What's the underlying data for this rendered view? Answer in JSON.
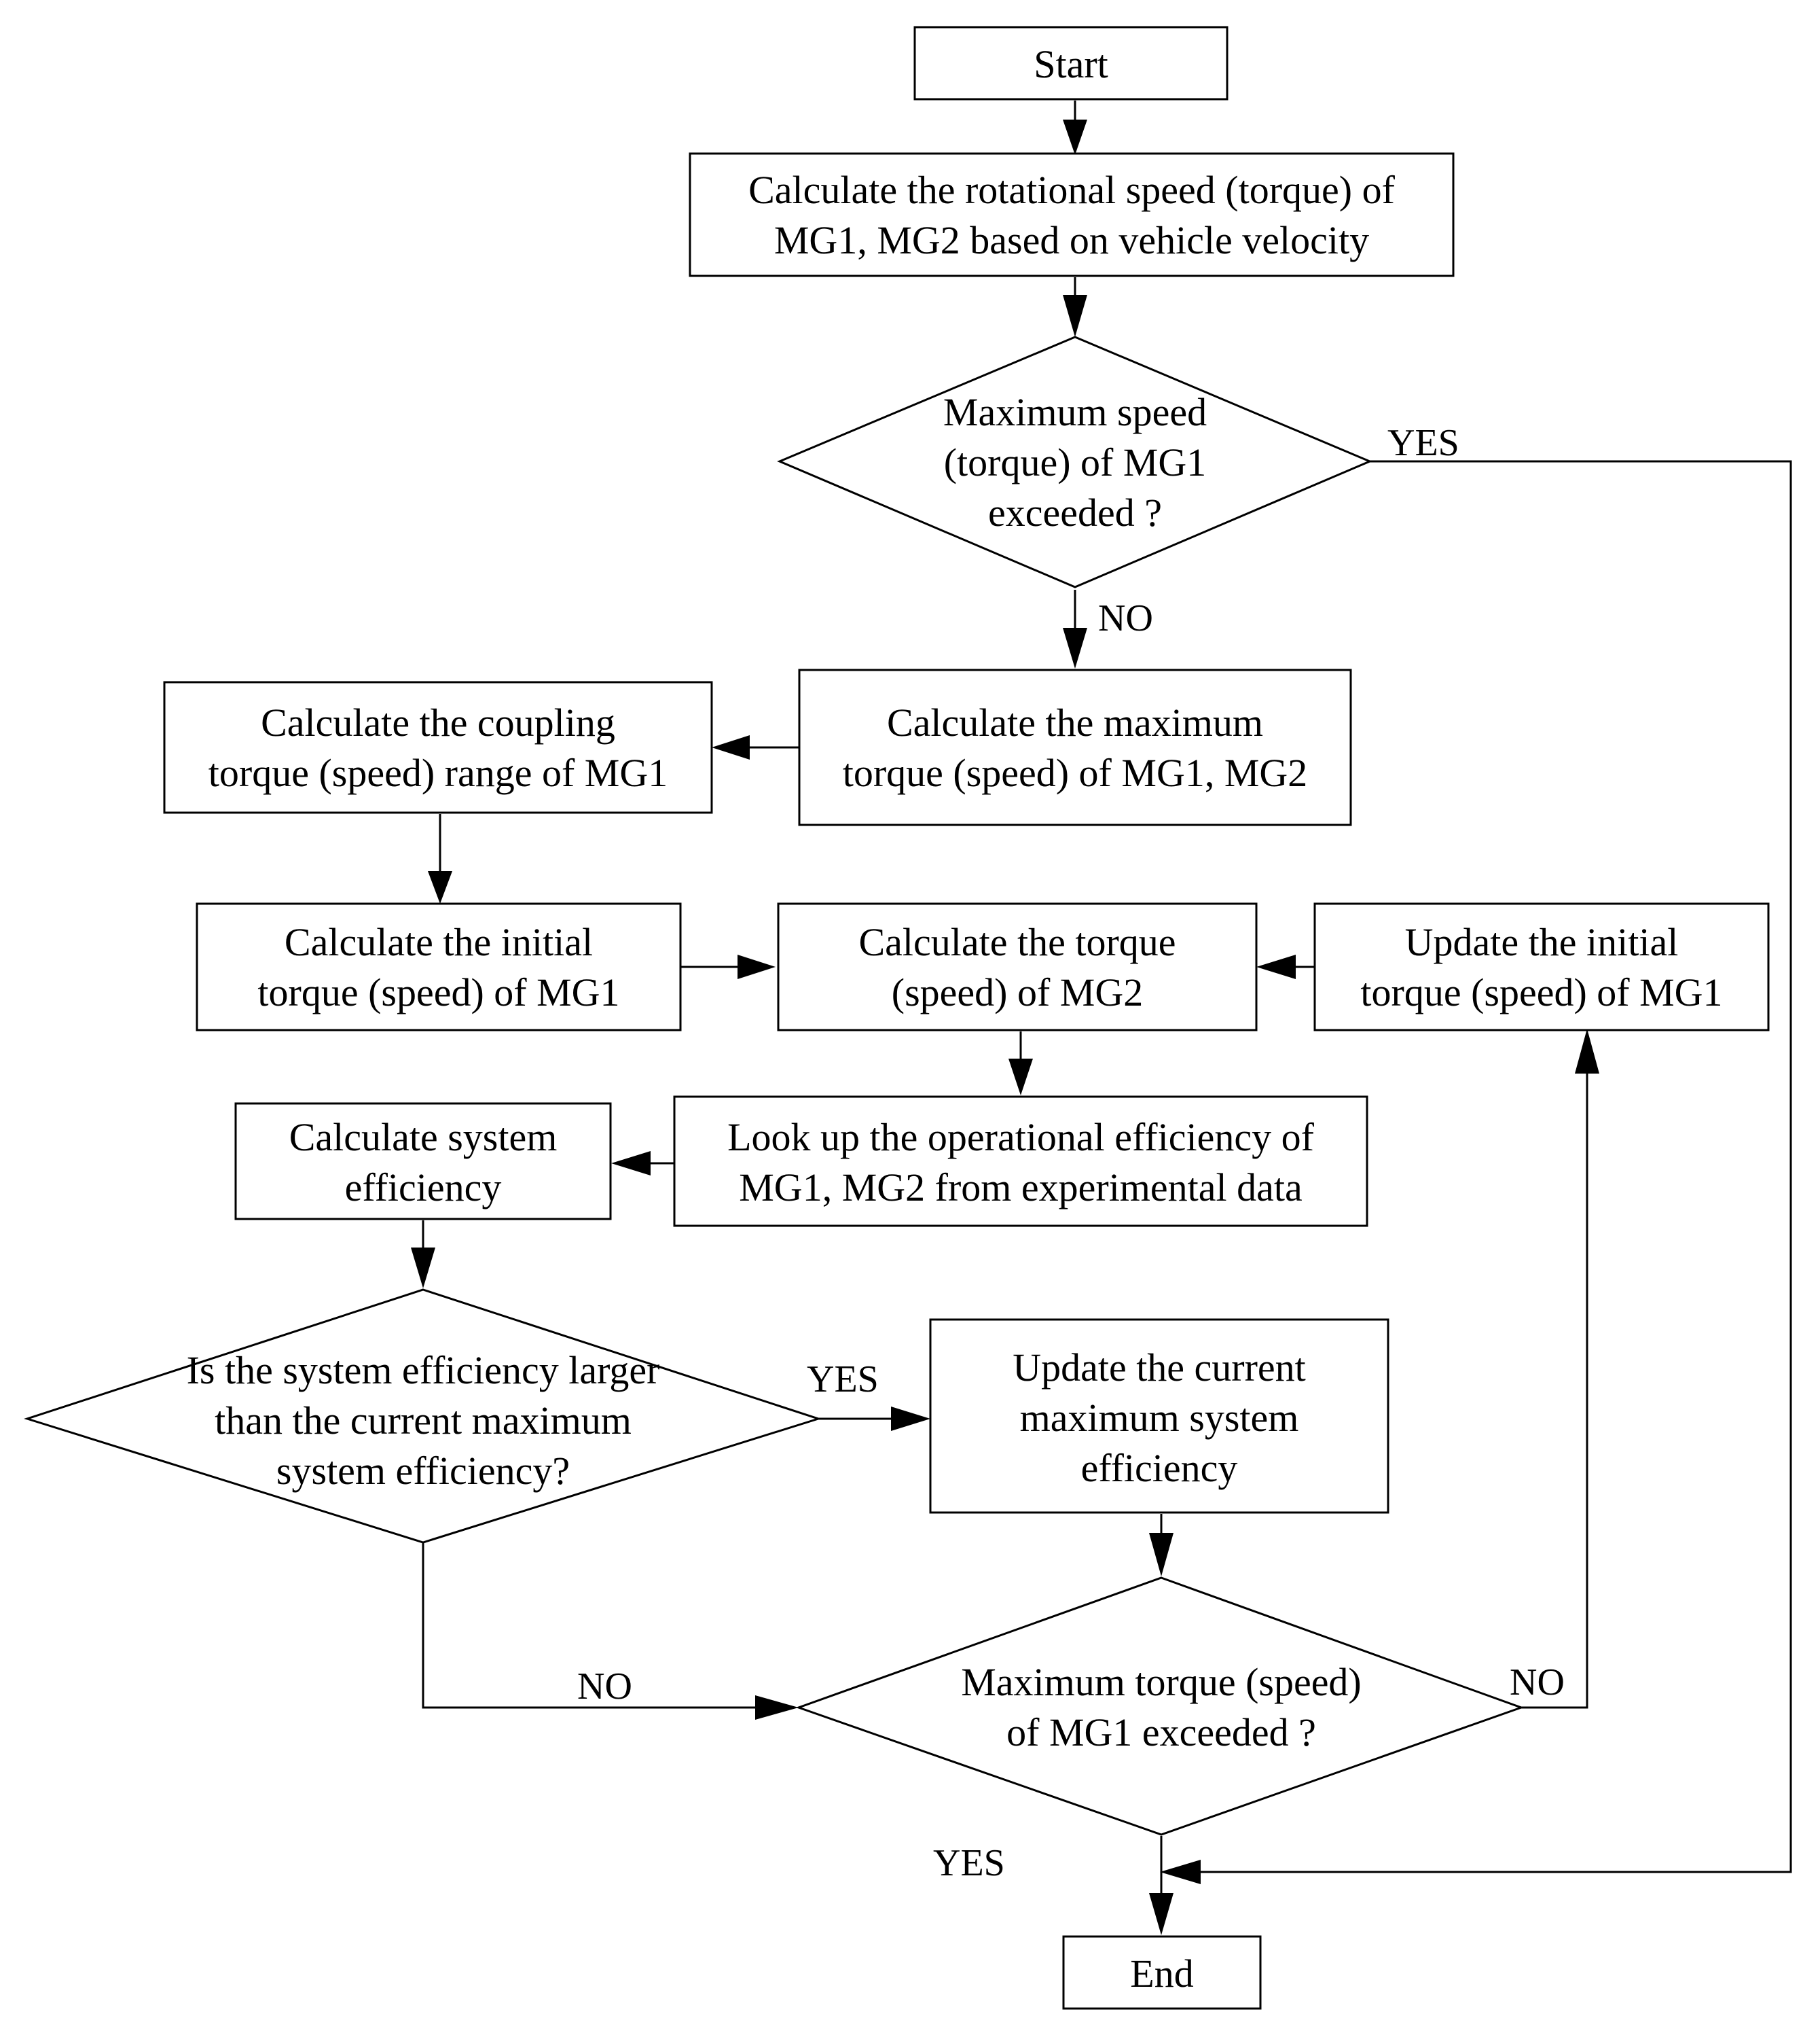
{
  "nodes": {
    "start": {
      "lines": [
        "Start"
      ]
    },
    "calc_speed": {
      "lines": [
        "Calculate the rotational speed (torque) of",
        "MG1, MG2 based on vehicle velocity"
      ]
    },
    "decision_max_speed": {
      "lines": [
        "Maximum speed",
        "(torque) of MG1",
        "exceeded ?"
      ]
    },
    "calc_max_torque": {
      "lines": [
        "Calculate the maximum",
        "torque (speed) of MG1, MG2"
      ]
    },
    "calc_coupling": {
      "lines": [
        "Calculate the coupling",
        "torque (speed) range of MG1"
      ]
    },
    "calc_initial": {
      "lines": [
        "Calculate the initial",
        "torque (speed) of MG1"
      ]
    },
    "calc_torque_mg2": {
      "lines": [
        "Calculate the torque",
        "(speed) of MG2"
      ]
    },
    "update_initial": {
      "lines": [
        "Update the initial",
        "torque (speed) of MG1"
      ]
    },
    "lookup_efficiency": {
      "lines": [
        "Look up the operational efficiency of",
        "MG1, MG2 from experimental data"
      ]
    },
    "calc_system_eff": {
      "lines": [
        "Calculate system",
        "efficiency"
      ]
    },
    "decision_larger": {
      "lines": [
        "Is the system efficiency  larger",
        "than the current maximum",
        "system efficiency?"
      ]
    },
    "update_current_max": {
      "lines": [
        "Update the current",
        "maximum system",
        "efficiency"
      ]
    },
    "decision_max_torque": {
      "lines": [
        "Maximum torque  (speed)",
        "of MG1 exceeded ?"
      ]
    },
    "end": {
      "lines": [
        "End"
      ]
    }
  },
  "edge_labels": {
    "max_speed_yes": "YES",
    "max_speed_no": "NO",
    "larger_yes": "YES",
    "larger_no": "NO",
    "max_torque_no": "NO",
    "max_torque_yes": "YES"
  }
}
